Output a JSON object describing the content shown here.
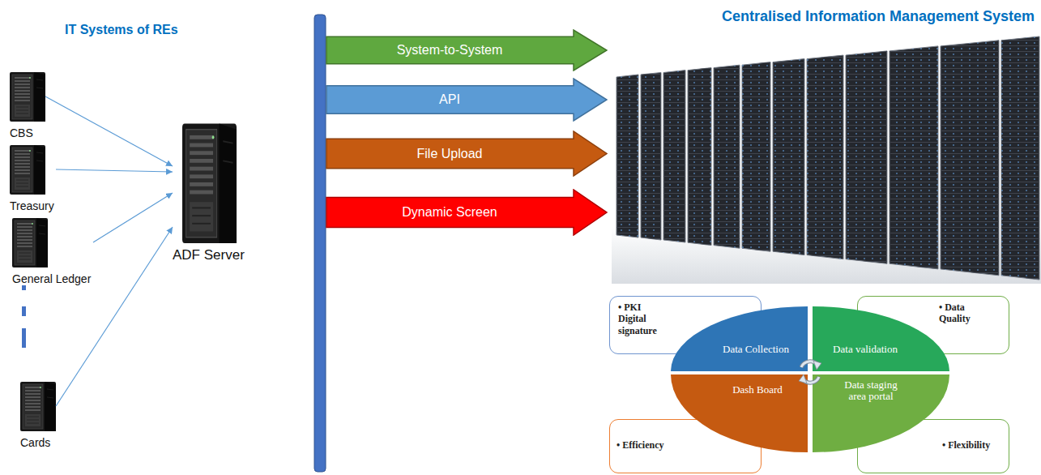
{
  "diagram": {
    "nodes": [
      {
        "text": [
          "CBS"
        ]
      },
      {
        "text": [
          "Treasury"
        ]
      },
      {
        "text": [
          "General Ledger"
        ]
      },
      {
        "text": [
          "Cards"
        ]
      },
      {
        "text": [
          "ADF Server"
        ]
      },
      {
        "text": [
          "System-to-System"
        ]
      },
      {
        "text": [
          "API"
        ]
      },
      {
        "text": [
          "File Upload"
        ]
      },
      {
        "text": [
          "Dynamic Screen"
        ]
      },
      {
        "text": [
          "• PKI Digital signature"
        ]
      },
      {
        "text": [
          "• Data Quality"
        ]
      },
      {
        "text": [
          "• Efficiency"
        ]
      },
      {
        "text": [
          "• Flexibility"
        ]
      },
      {
        "text": [
          "Data Collection"
        ]
      },
      {
        "text": [
          "Data validation"
        ]
      },
      {
        "text": [
          "Dash Board"
        ]
      },
      {
        "text": [
          "Data staging area portal"
        ]
      }
    ],
    "edges": [
      {
        "from": 0,
        "to": 4,
        "arrow": "to"
      },
      {
        "from": 1,
        "to": 4,
        "arrow": "to"
      },
      {
        "from": 2,
        "to": 4,
        "arrow": "to"
      },
      {
        "from": 3,
        "to": 4,
        "arrow": "to"
      }
    ],
    "labels": [
      "IT Systems of REs",
      "Centralised Information Management System"
    ]
  }
}
